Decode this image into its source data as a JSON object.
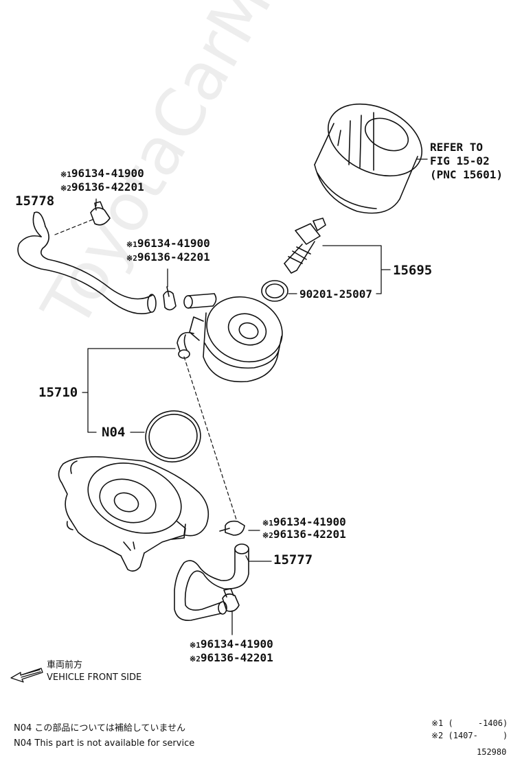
{
  "watermark": "ToyotaCarMine.ru",
  "labels": {
    "part_15778": "15778",
    "clamp_a_1": "96134-41900",
    "clamp_a_2": "96136-42201",
    "clamp_b_1": "96134-41900",
    "clamp_b_2": "96136-42201",
    "clamp_c_1": "96134-41900",
    "clamp_c_2": "96136-42201",
    "clamp_d_1": "96134-41900",
    "clamp_d_2": "96136-42201",
    "mark_1": "※1",
    "mark_2": "※2",
    "refer_line1": "REFER TO",
    "refer_line2": "FIG 15-02",
    "refer_line3": "(PNC 15601)",
    "part_15695": "15695",
    "part_90201": "90201-25007",
    "part_15710": "15710",
    "part_n04": "N04",
    "part_15777": "15777"
  },
  "direction": {
    "jp": "車両前方",
    "en": "VEHICLE FRONT SIDE"
  },
  "footnote": {
    "jp": "N04 この部品については補給していません",
    "en": "N04 This part is not available for service"
  },
  "legend": {
    "line1": "※1 (     -1406)",
    "line2": "※2 (1407-     )"
  },
  "figure_number": "152980"
}
